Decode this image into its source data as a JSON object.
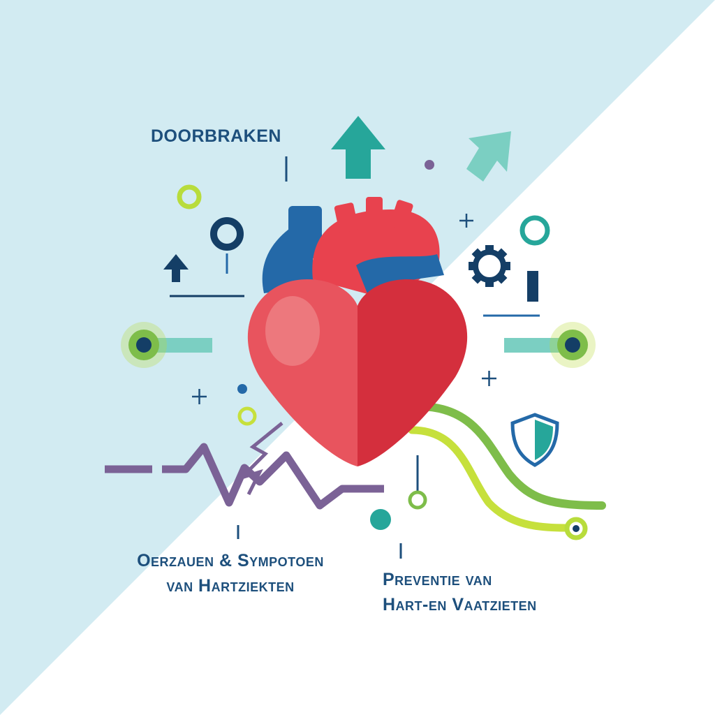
{
  "labels": {
    "breakthroughs": "DOORBRAKEN",
    "causes_line1": "Oerzauen & Sympotoen",
    "causes_line2": "van Hartziekten",
    "prevention_line1": "Preventie van",
    "prevention_line2": "Hart-en Vaatzieten"
  },
  "colors": {
    "background_left": "#d2ebf2",
    "background_right": "#ffffff",
    "text_navy": "#1d4f7c",
    "heart_red": "#e8424e",
    "heart_dark_red": "#d42f3d",
    "vessel_blue": "#2469a8",
    "teal": "#26a69a",
    "mint": "#7bcfc2",
    "lime": "#b8dc3c",
    "green": "#7ebd4a",
    "purple": "#7b6296",
    "navy": "#143e66"
  },
  "icons": [
    "heart-icon",
    "arrow-up-icon",
    "arrow-diagonal-icon",
    "gear-icon",
    "shield-icon",
    "target-icon",
    "plus-icon",
    "ecg-line-icon"
  ]
}
